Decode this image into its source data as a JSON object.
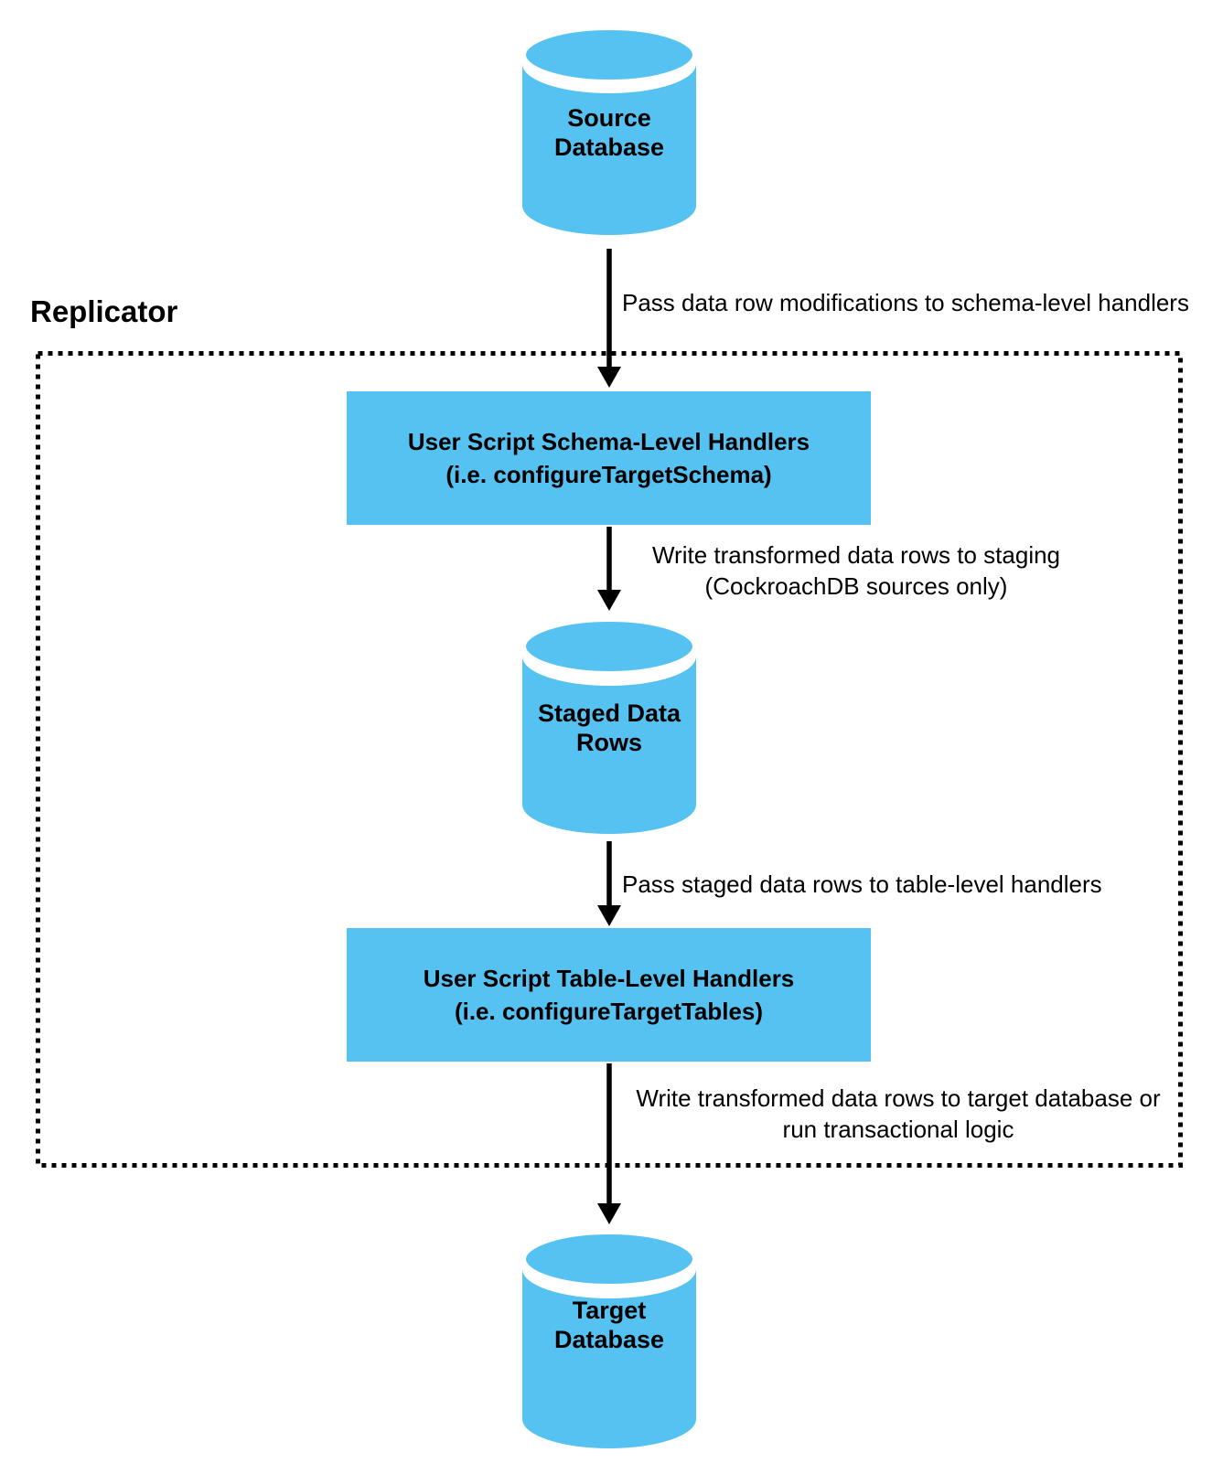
{
  "replicator": {
    "label": "Replicator"
  },
  "nodes": {
    "source": {
      "line1": "Source",
      "line2": "Database"
    },
    "schema_handlers": {
      "line1": "User Script Schema-Level Handlers",
      "line2": "(i.e. configureTargetSchema)"
    },
    "staged": {
      "line1": "Staged Data",
      "line2": "Rows"
    },
    "table_handlers": {
      "line1": "User Script Table-Level Handlers",
      "line2": "(i.e. configureTargetTables)"
    },
    "target": {
      "line1": "Target",
      "line2": "Database"
    }
  },
  "edges": {
    "source_to_schema": {
      "label": "Pass data row modifications to schema-level handlers"
    },
    "schema_to_staged": {
      "line1": "Write transformed data rows to staging",
      "line2": "(CockroachDB sources only)"
    },
    "staged_to_table": {
      "label": "Pass staged data rows to table-level handlers"
    },
    "table_to_target": {
      "line1": "Write transformed data rows to target database or",
      "line2": "run transactional logic"
    }
  },
  "colors": {
    "node_fill": "#56C2F1",
    "line": "#000000",
    "background": "#ffffff",
    "text": "#000000"
  }
}
